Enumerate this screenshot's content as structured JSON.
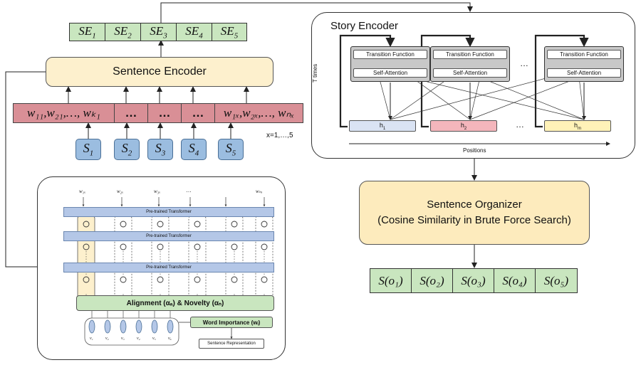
{
  "sentence_embeddings": [
    {
      "base": "SE",
      "sub": "1"
    },
    {
      "base": "SE",
      "sub": "2"
    },
    {
      "base": "SE",
      "sub": "3"
    },
    {
      "base": "SE",
      "sub": "4"
    },
    {
      "base": "SE",
      "sub": "5"
    }
  ],
  "sentence_encoder_label": "Sentence Encoder",
  "word_row": {
    "first": "w₁₁,w₂₁,…, wₖ₁",
    "ellipsis": "…",
    "last": "w₁ₓ,w₂ₓ,…, wₙₓ"
  },
  "sentences": [
    {
      "base": "S",
      "sub": "1"
    },
    {
      "base": "S",
      "sub": "2"
    },
    {
      "base": "S",
      "sub": "3"
    },
    {
      "base": "S",
      "sub": "4"
    },
    {
      "base": "S",
      "sub": "5"
    }
  ],
  "x_range_label": "x=1,…,5",
  "story_encoder": {
    "title": "Story Encoder",
    "transition_function": "Transition Function",
    "self_attention": "Self-Attention",
    "t_times": "T times",
    "ellipsis": "…",
    "positions": "Positions",
    "hidden": [
      {
        "base": "h",
        "sub": "1",
        "color": "#dae3f3"
      },
      {
        "base": "h",
        "sub": "2",
        "color": "#f4b6bc"
      },
      {
        "base": "h",
        "sub": "m",
        "color": "#fff2b8"
      }
    ]
  },
  "sentence_organizer": {
    "line1": "Sentence Organizer",
    "line2": "(Cosine Similarity in Brute Force Search)"
  },
  "outputs": [
    {
      "text": "S(o₁)"
    },
    {
      "text": "S(o₂)"
    },
    {
      "text": "S(o₃)"
    },
    {
      "text": "S(o₄)"
    },
    {
      "text": "S(o₅)"
    }
  ],
  "inset": {
    "inputs": [
      "w₁ₓ",
      "w₂ₓ",
      "w₃ₓ",
      "…",
      "wₙₓ"
    ],
    "pretrained": "Pre-trained Transformer",
    "alignment": "Alignment (αₐ) & Novelty (αₙ)",
    "word_importance": "Word Importance (wᵢ)",
    "sentence_representation": "Sentence Representation",
    "v_labels": [
      "v₁",
      "v₂",
      "v₃",
      "v₄",
      "v₅",
      "v₆"
    ]
  },
  "colors": {
    "green": "#c9e6bf",
    "red": "#d98f96",
    "blue": "#9bbde0",
    "yellow": "#fdf0cd",
    "organizer": "#fdebbd"
  }
}
